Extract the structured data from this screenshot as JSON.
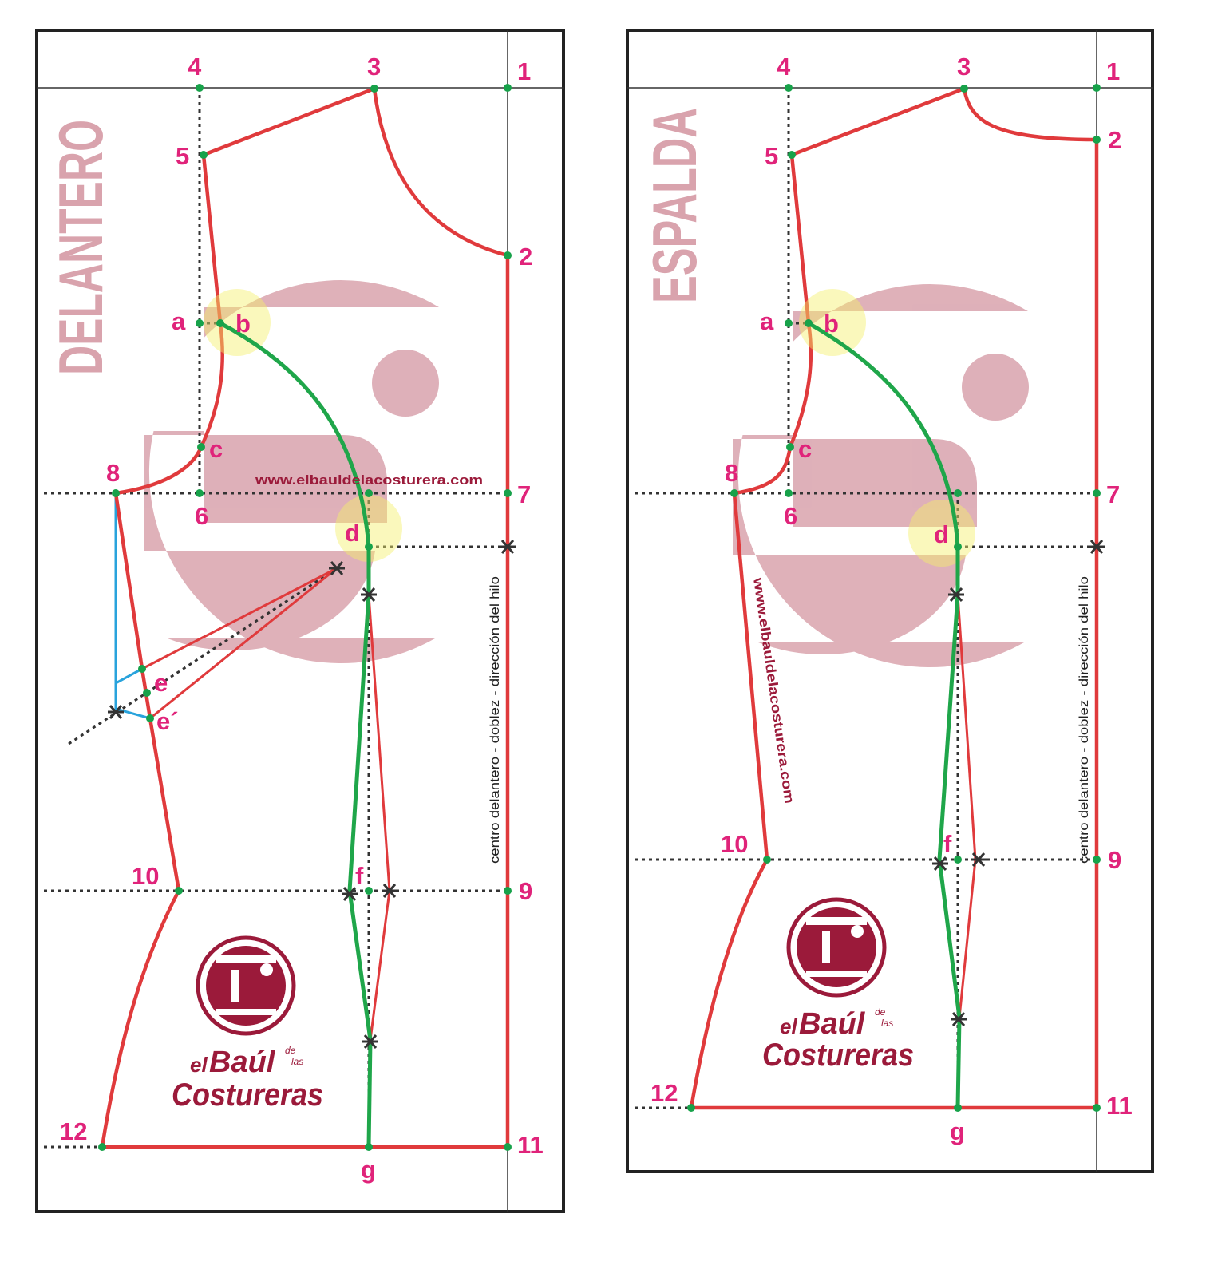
{
  "colors": {
    "label": "#e0237a",
    "pattern_line": "#e03a3c",
    "curve": "#1fa64a",
    "guide": "#333333",
    "bust_line": "#29a3dc",
    "point": "#17a24a",
    "highlight": "#f5f06a",
    "watermark": "#d9a3ad",
    "brand": "#9b1a3a",
    "frame": "#222222"
  },
  "panels": {
    "front": {
      "title": "DELANTERO",
      "website": "www.elbauldelacosturera.com",
      "fold_note": "centro delantero - doblez - dirección del hilo",
      "points": [
        "1",
        "2",
        "3",
        "4",
        "5",
        "6",
        "7",
        "8",
        "9",
        "10",
        "11",
        "12",
        "a",
        "b",
        "c",
        "d",
        "e",
        "e´",
        "f",
        "g"
      ]
    },
    "back": {
      "title": "ESPALDA",
      "website": "www.elbauldelacosturera.com",
      "fold_note": "centro delantero - doblez - dirección del hilo",
      "points": [
        "1",
        "2",
        "3",
        "4",
        "5",
        "6",
        "7",
        "8",
        "9",
        "10",
        "11",
        "12",
        "a",
        "b",
        "c",
        "d",
        "f",
        "g"
      ]
    }
  },
  "logo": {
    "line1": "el",
    "line2": "Baúl",
    "small_de": "de",
    "small_las": "las",
    "line3": "Costureras",
    "icon": "sewing-machine-icon"
  }
}
